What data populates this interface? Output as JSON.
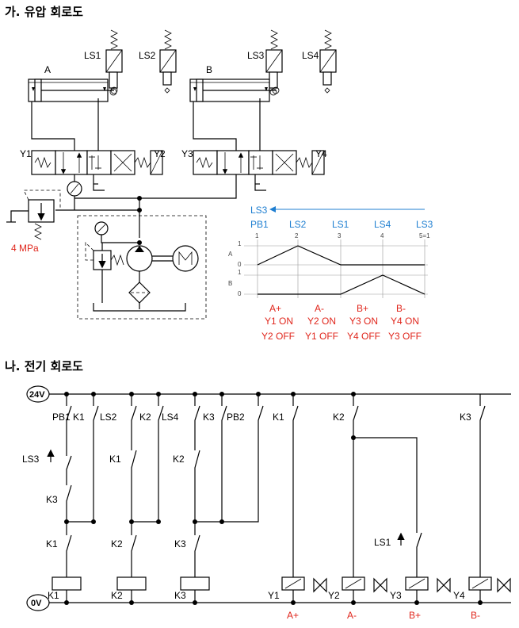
{
  "headings": {
    "hydraulic": "가. 유압 회로도",
    "electric": "나. 전기 회로도"
  },
  "hydraulic": {
    "cylinder_a": "A",
    "cylinder_b": "B",
    "limit_switches": [
      "LS1",
      "LS2",
      "LS3",
      "LS4"
    ],
    "solenoids": [
      "Y1",
      "Y2",
      "Y3",
      "Y4"
    ],
    "relief_pressure": "4 MPa"
  },
  "sequence": {
    "loop_label": "LS3",
    "steps": [
      {
        "num": "1",
        "signal": "PB1"
      },
      {
        "num": "2",
        "signal": "LS2"
      },
      {
        "num": "3",
        "signal": "LS1"
      },
      {
        "num": "4",
        "signal": "LS4"
      },
      {
        "num": "5=1",
        "signal": "LS3"
      }
    ],
    "rows": [
      {
        "name": "A",
        "hi": "1",
        "lo": "0",
        "levels": [
          0,
          1,
          0,
          0,
          0
        ]
      },
      {
        "name": "B",
        "hi": "1",
        "lo": "0",
        "levels": [
          0,
          0,
          0,
          1,
          0
        ]
      }
    ],
    "actions": [
      {
        "move": "A+",
        "on": "Y1 ON",
        "off": "Y2 OFF"
      },
      {
        "move": "A-",
        "on": "Y2 ON",
        "off": "Y1 OFF"
      },
      {
        "move": "B+",
        "on": "Y3 ON",
        "off": "Y4 OFF"
      },
      {
        "move": "B-",
        "on": "Y4 ON",
        "off": "Y3 OFF"
      }
    ]
  },
  "electric": {
    "supply": "24V",
    "ground": "0V",
    "contacts": {
      "pb1": "PB1",
      "pb2": "PB2",
      "ls2": "LS2",
      "ls4": "LS4",
      "ls3": "LS3",
      "ls1": "LS1",
      "k1": "K1",
      "k2": "K2",
      "k3": "K3"
    },
    "coils": [
      "K1",
      "K2",
      "K3"
    ],
    "valve_coils": [
      "Y1",
      "Y2",
      "Y3",
      "Y4"
    ],
    "coil_moves": [
      "A+",
      "A-",
      "B+",
      "B-"
    ]
  },
  "colors": {
    "accent_red": "#e0261c",
    "accent_blue": "#1f7fd1"
  }
}
